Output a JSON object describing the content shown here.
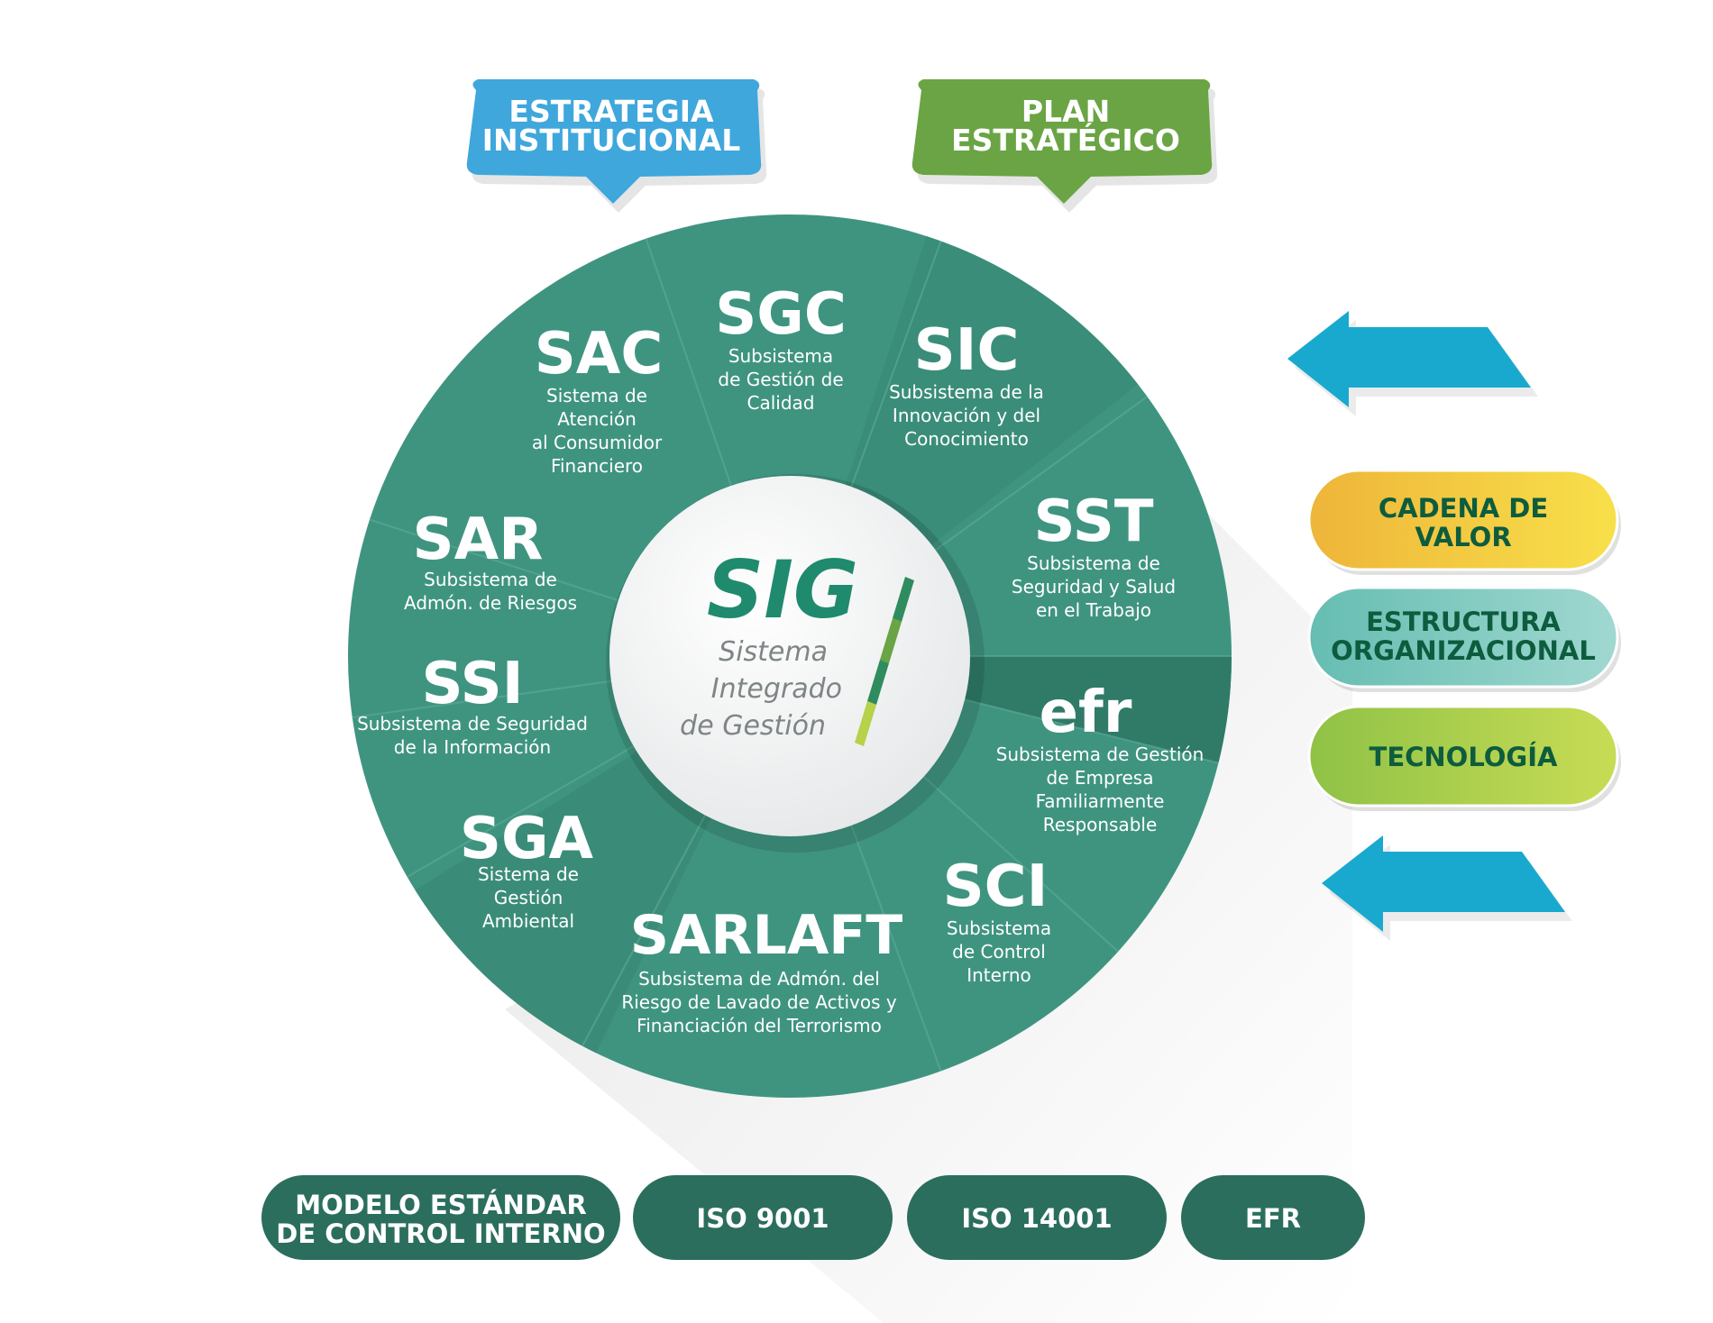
{
  "colors": {
    "wheel": "#3f9480",
    "wheel_dark": "#2f7b68",
    "divider": "#5aa895",
    "center_title": "#1f8a6e",
    "center_sub": "#7f8586",
    "tag_left": "#3fa7dc",
    "tag_right": "#6aa444",
    "arrow": "#19a9cf",
    "pill_yellow": "#f1c43a",
    "pill_teal": "#7fc8bd",
    "pill_green": "#a9cc4d",
    "std_box": "#2b6e5d",
    "pill_text": "#0d5c3e"
  },
  "tags": [
    {
      "id": "tag-estrategia",
      "lines": [
        "ESTRATEGIA",
        "INSTITUCIONAL"
      ]
    },
    {
      "id": "tag-plan",
      "lines": [
        "PLAN",
        "ESTRATÉGICO"
      ]
    }
  ],
  "center": {
    "title": "SIG",
    "lines": [
      "Sistema",
      "Integrado",
      "de Gestión"
    ]
  },
  "segments": [
    {
      "id": "sgc",
      "title": "SGC",
      "desc": [
        "Subsistema",
        "de Gestión de",
        "Calidad"
      ]
    },
    {
      "id": "sic",
      "title": "SIC",
      "desc": [
        "Subsistema de la",
        "Innovación y del",
        "Conocimiento"
      ]
    },
    {
      "id": "sst",
      "title": "SST",
      "desc": [
        "Subsistema de",
        "Seguridad y Salud",
        "en el Trabajo"
      ]
    },
    {
      "id": "efr",
      "title": "efr",
      "desc": [
        "Subsistema de Gestión",
        "de Empresa",
        "Familiarmente",
        "Responsable"
      ]
    },
    {
      "id": "sci",
      "title": "SCI",
      "desc": [
        "Subsistema",
        "de Control",
        "Interno"
      ]
    },
    {
      "id": "sarlaft",
      "title": "SARLAFT",
      "desc": [
        "Subsistema de Admón. del",
        "Riesgo de Lavado de Activos y",
        "Financiación del Terrorismo"
      ]
    },
    {
      "id": "sga",
      "title": "SGA",
      "desc": [
        "Sistema de",
        "Gestión",
        "Ambiental"
      ]
    },
    {
      "id": "ssi",
      "title": "SSI",
      "desc": [
        "Subsistema de Seguridad",
        "de la Información"
      ]
    },
    {
      "id": "sar",
      "title": "SAR",
      "desc": [
        "Subsistema de",
        "Admón. de Riesgos"
      ]
    },
    {
      "id": "sac",
      "title": "SAC",
      "desc": [
        "Sistema de",
        "Atención",
        "al Consumidor",
        "Financiero"
      ]
    }
  ],
  "pills": [
    {
      "id": "cadena",
      "lines": [
        "CADENA DE",
        "VALOR"
      ]
    },
    {
      "id": "estructura",
      "lines": [
        "ESTRUCTURA",
        "ORGANIZACIONAL"
      ]
    },
    {
      "id": "tecnologia",
      "lines": [
        "TECNOLOGÍA"
      ]
    }
  ],
  "standards": [
    {
      "id": "meci",
      "lines": [
        "MODELO ESTÁNDAR",
        "DE CONTROL INTERNO"
      ]
    },
    {
      "id": "iso9001",
      "lines": [
        "ISO 9001"
      ]
    },
    {
      "id": "iso14001",
      "lines": [
        "ISO 14001"
      ]
    },
    {
      "id": "efr-std",
      "lines": [
        "EFR"
      ]
    }
  ]
}
